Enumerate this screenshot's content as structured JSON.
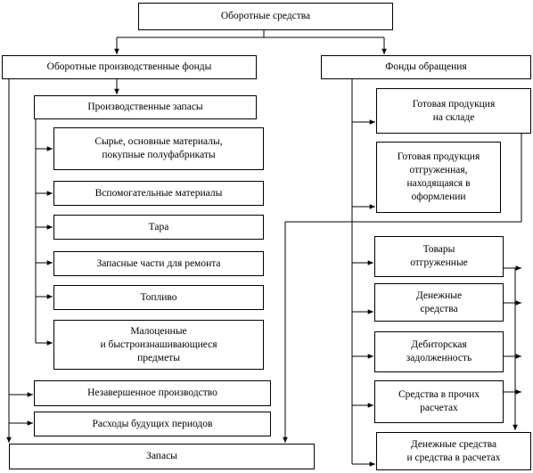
{
  "nodes": {
    "root": "Оборотные средства",
    "production_funds": "Оборотные производственные фонды",
    "circulation_funds": "Фонды обращения",
    "production_stocks": "Производственные запасы",
    "raw_materials": "Сырье, основные материалы,\nпокупные полуфабрикаты",
    "auxiliary_materials": "Вспомогательные материалы",
    "containers": "Тара",
    "spare_parts": "Запасные части для ремонта",
    "fuel": "Топливо",
    "low_value_items": "Малоценные\nи быстроизнашивающиеся\nпредметы",
    "work_in_progress": "Незавершенное производство",
    "deferred_expenses": "Расходы будущих периодов",
    "inventories": "Запасы",
    "finished_goods_warehouse": "Готовая продукция\nна складе",
    "finished_goods_shipped": "Готовая продукция\nотгруженная,\nнаходящаяся в\nоформлении",
    "goods_shipped": "Товары\nотгруженные",
    "cash": "Денежные\nсредства",
    "receivables": "Дебиторская\nзадолженность",
    "other_settlements": "Средства в прочих\nрасчетах",
    "cash_and_settlements": "Денежные средства\nи средства в расчетах"
  }
}
